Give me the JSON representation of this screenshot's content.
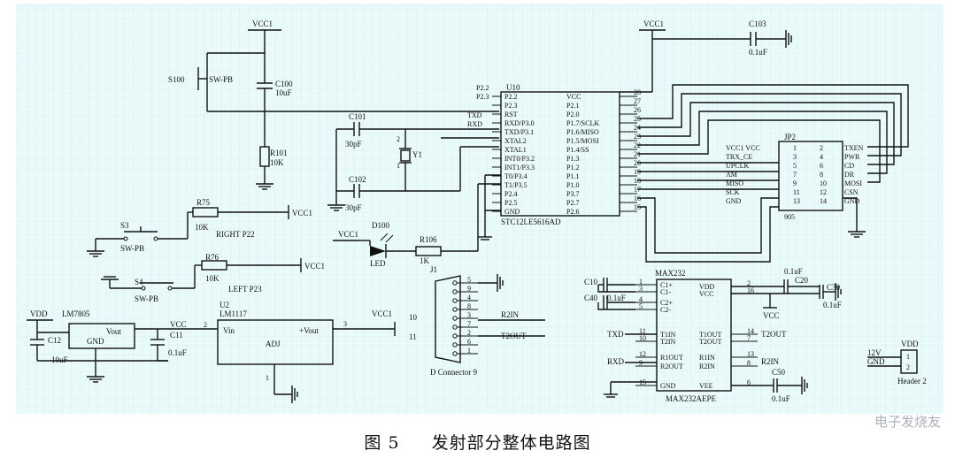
{
  "caption": {
    "figure": "图 5",
    "title": "发射部分整体电路图"
  },
  "watermark": "电子发烧友",
  "nets": {
    "vcc1": "VCC1",
    "vcc": "VCC",
    "vdd": "VDD",
    "gnd": "GND",
    "txd": "TXD",
    "rxd": "RXD",
    "right": "RIGHT P22",
    "left": "LEFT P23",
    "r2in": "R2IN",
    "t2out": "T2OUT",
    "v12": "12V"
  },
  "components": {
    "s100": {
      "ref": "S100",
      "value": "SW-PB"
    },
    "c100": {
      "ref": "C100",
      "value": "10uF"
    },
    "r101": {
      "ref": "R101",
      "value": "10K"
    },
    "c101": {
      "ref": "C101",
      "value": "30pF"
    },
    "c102": {
      "ref": "C102",
      "value": "30pF"
    },
    "y1": {
      "ref": "Y1"
    },
    "r75": {
      "ref": "R75",
      "value": "10K"
    },
    "s3": {
      "ref": "S3",
      "value": "SW-PB"
    },
    "r76": {
      "ref": "R76",
      "value": "10K"
    },
    "s4": {
      "ref": "S4",
      "value": "SW-PB"
    },
    "d100": {
      "ref": "D100",
      "value": "LED"
    },
    "r106": {
      "ref": "R106",
      "value": "1K"
    },
    "c103": {
      "ref": "C103",
      "value": "0.1uF"
    },
    "lm7805": {
      "ref": "LM7805",
      "vout": "Vout",
      "gnd": "GND"
    },
    "c12": {
      "ref": "C12",
      "value": "10uF"
    },
    "c11": {
      "ref": "C11",
      "value": "0.1uF"
    },
    "u2": {
      "ref": "U2",
      "part": "LM1117",
      "vin": "Vin",
      "vout": "+Vout",
      "adj": "ADJ"
    },
    "j1": {
      "ref": "J1",
      "part": "D Connector 9"
    },
    "c10": {
      "ref": "C10"
    },
    "c40": {
      "ref": "C40",
      "value": "0.1uF"
    },
    "c20": {
      "ref": "C20",
      "value": "0.1uF"
    },
    "c30": {
      "ref": "C30",
      "value": "0.1uF"
    },
    "c50": {
      "ref": "C50",
      "value": "0.1uF"
    },
    "max232": {
      "ref": "MAX232",
      "part": "MAX232AEPE"
    },
    "jp2": {
      "ref": "JP2",
      "part": "905"
    },
    "header2": {
      "ref": "Header 2"
    }
  },
  "u10": {
    "ref": "U10",
    "part": "STC12LE5616AD",
    "left_pins": [
      "P2.2",
      "P2.3",
      "RST",
      "RXD/P3.0",
      "TXD/P3.1",
      "XTAL2",
      "XTAL1",
      "INT0/P3.2",
      "INT1/P3.3",
      "T0/P3.4",
      "T1/P3.5",
      "P2.4",
      "P2.5",
      "GND"
    ],
    "right_pins": [
      "VCC",
      "P2.1",
      "P2.0",
      "P1.7/SCLK",
      "P1.6/MISO",
      "P1.5/MOSI",
      "P1.4/SS",
      "P1.3",
      "P1.2",
      "P1.1",
      "P1.0",
      "P3.7",
      "P2.7",
      "P2.6"
    ],
    "right_nums": [
      "28",
      "27",
      "26",
      "25",
      "24",
      "23",
      "22",
      "21",
      "20",
      "19",
      "18",
      "17",
      "16",
      "15"
    ],
    "left_nets": [
      "P2.2",
      "P2.3"
    ]
  },
  "jp2_pins": {
    "left_labels": [
      "VCC1 VCC",
      "TRX_CE",
      "UPCLK",
      "AM",
      "MISO",
      "SCK",
      "GND"
    ],
    "right_labels": [
      "TXEN",
      "PWR",
      "CD",
      "DR",
      "MOSI",
      "CSN",
      "GND"
    ],
    "left_nums": [
      "1",
      "3",
      "5",
      "7",
      "9",
      "11",
      "13"
    ],
    "right_nums": [
      "2",
      "4",
      "6",
      "8",
      "10",
      "12",
      "14"
    ]
  },
  "max_pins": {
    "left": [
      "C1+",
      "C1-",
      "C2+",
      "C2-",
      "T1IN",
      "T2IN",
      "R1OUT",
      "R2OUT",
      "GND"
    ],
    "left_nums": [
      "1",
      "3",
      "4",
      "5",
      "11",
      "10",
      "12",
      "9",
      "15"
    ],
    "right": [
      "VDD",
      "VCC",
      "T1OUT",
      "T2OUT",
      "R1IN",
      "R2IN",
      "VEE"
    ],
    "right_nums": [
      "2",
      "16",
      "14",
      "7",
      "13",
      "8",
      "6"
    ]
  },
  "dconn_pins": [
    "5",
    "9",
    "4",
    "8",
    "3",
    "7",
    "2",
    "6",
    "1"
  ],
  "header_pins": [
    "1",
    "2"
  ],
  "misc_nums": {
    "u2_in": "2",
    "u2_out": "3",
    "u2_adj": "1",
    "j1_a": "10",
    "j1_b": "11",
    "y1_a": "1",
    "y1_b": "2"
  }
}
